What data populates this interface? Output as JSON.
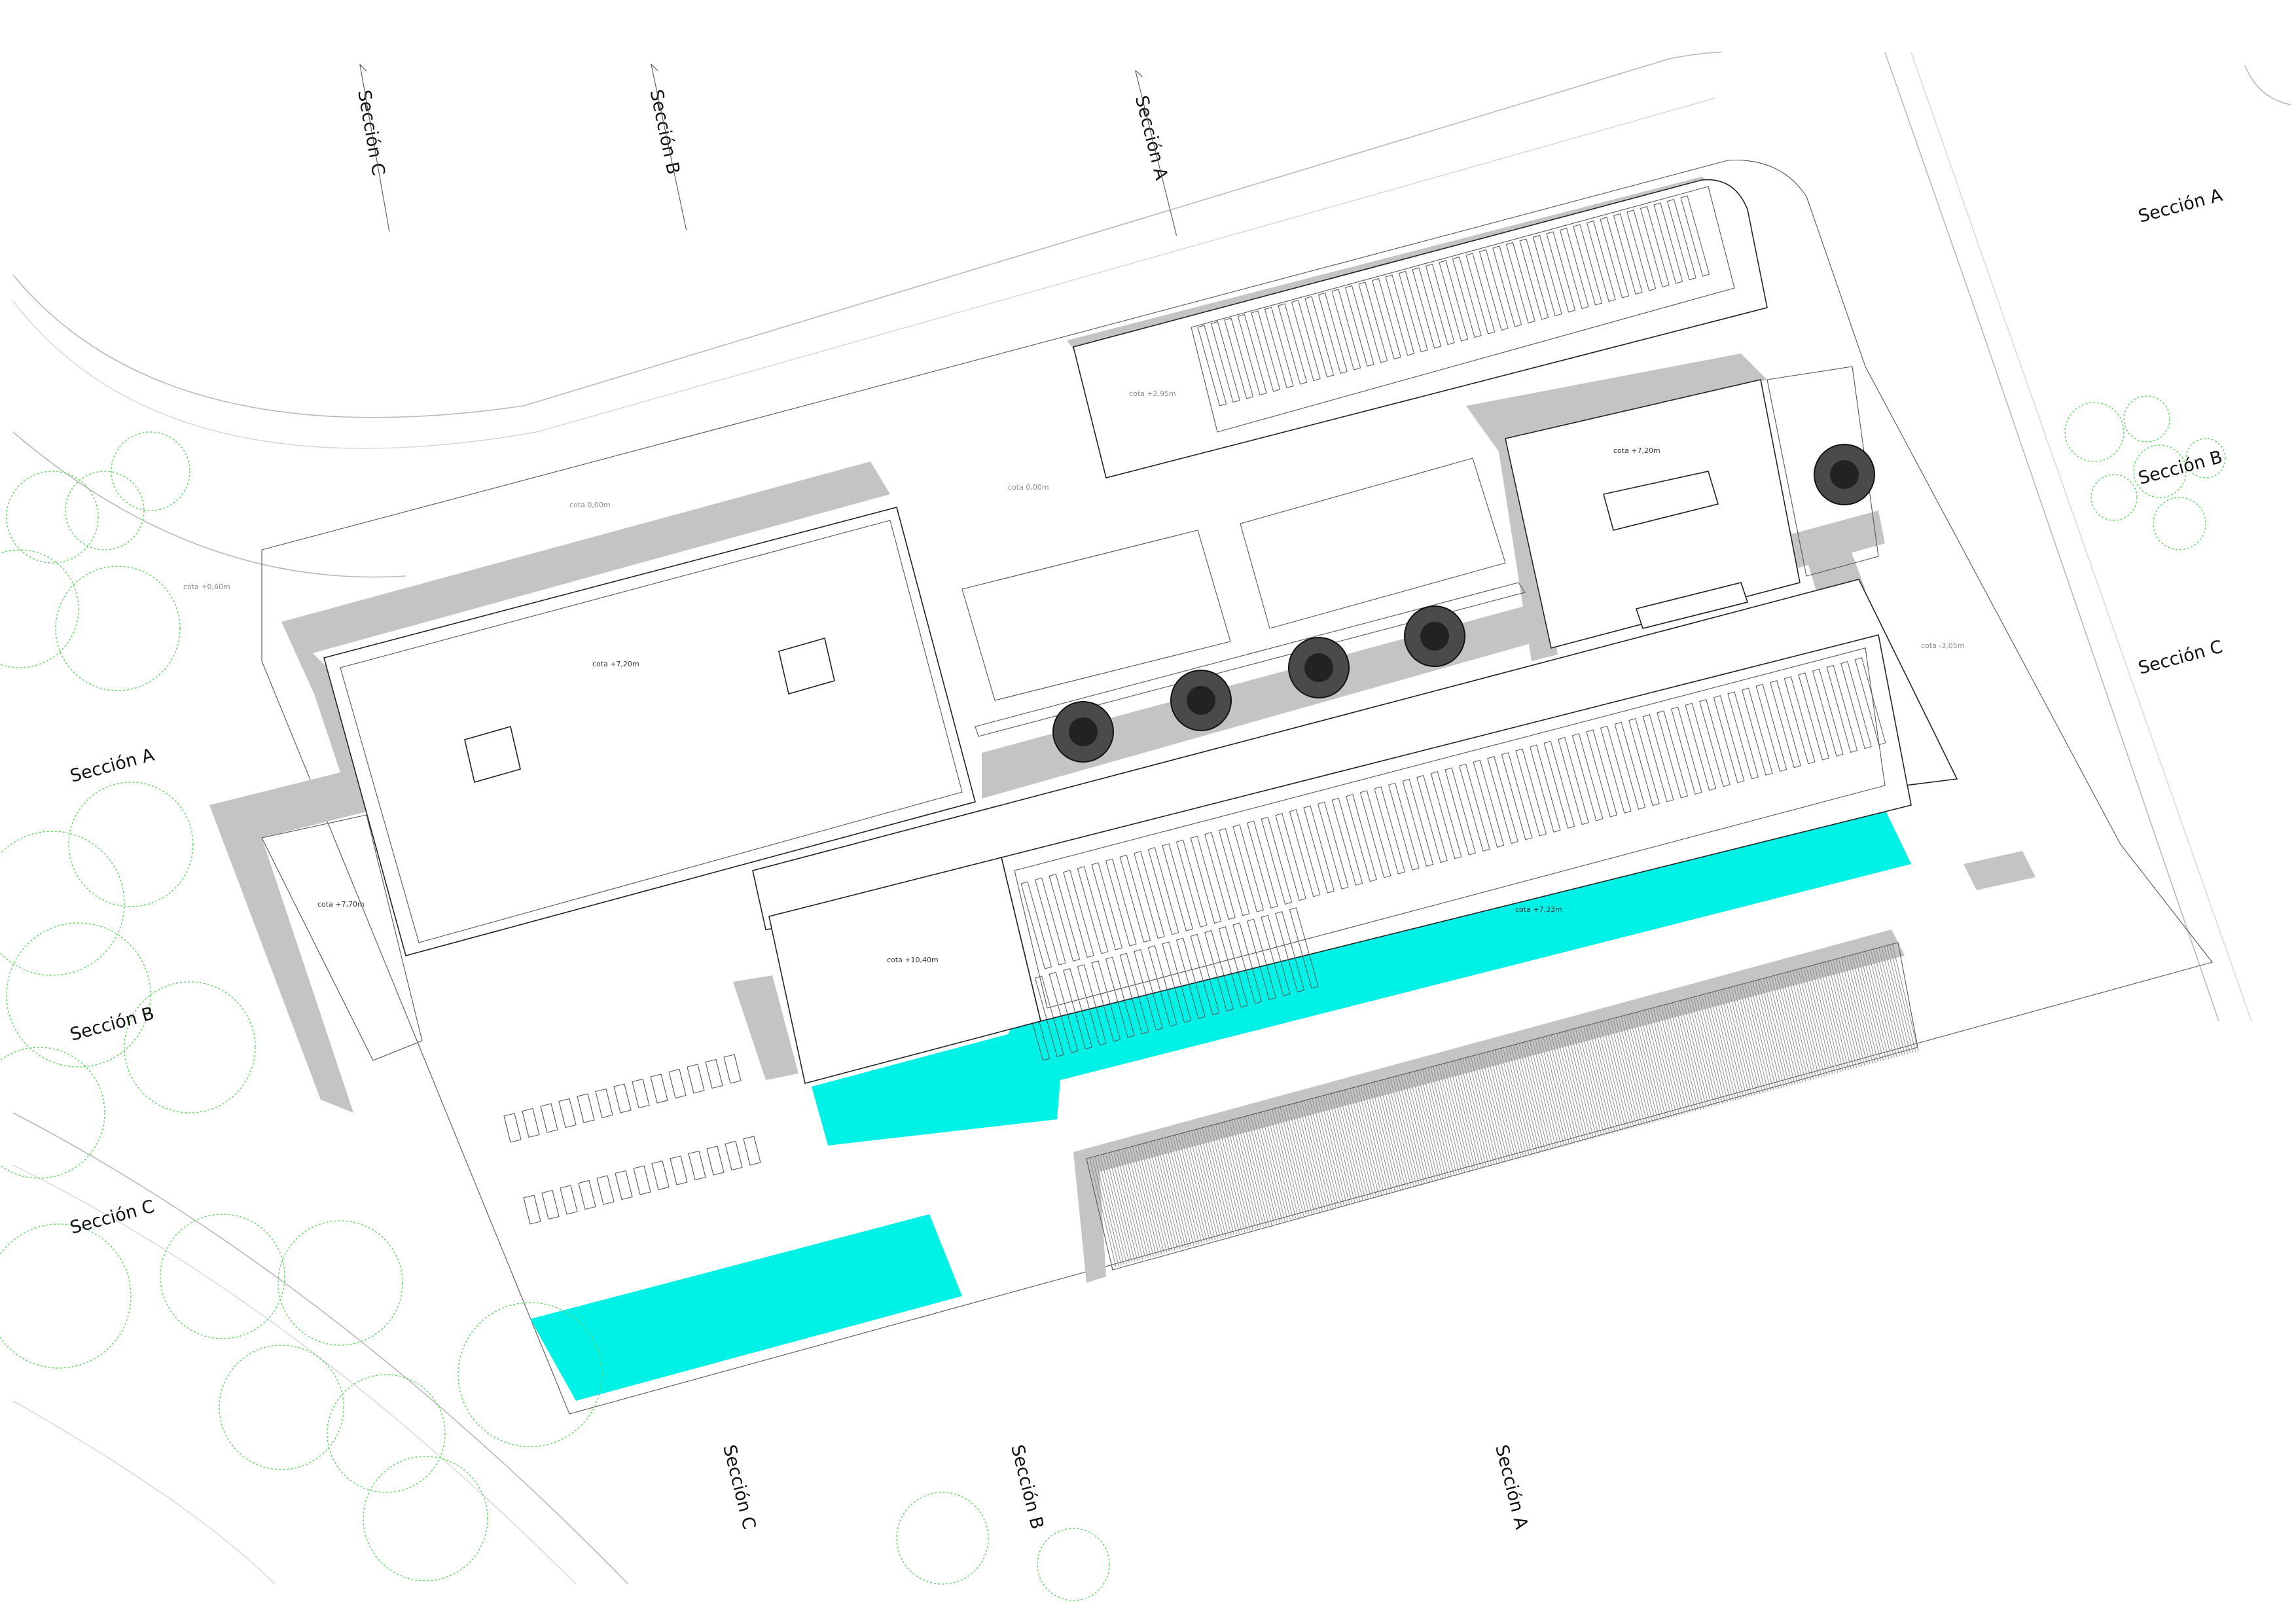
{
  "section_labels": {
    "top_c": "Sección C",
    "top_b": "Sección B",
    "top_a": "Sección A",
    "right_a": "Sección A",
    "right_b": "Sección B",
    "right_c": "Sección C",
    "left_a": "Sección A",
    "left_b": "Sección B",
    "left_c": "Sección C",
    "bottom_c": "Sección C",
    "bottom_b": "Sección B",
    "bottom_a": "Sección A"
  },
  "levels": {
    "roof_main": "cota +7,20m",
    "roof_east": "cota +7,20m",
    "roof_long": "cota +7,33m",
    "tower": "cota +10,40m",
    "west_wing": "cota +7,70m",
    "top_shed": "cota +2,95m",
    "plaza": "cota 0,00m",
    "street_north": "cota 0,00m",
    "street_west": "cota +0,60m",
    "street_east": "cota -3,05m"
  },
  "colors": {
    "pool": "#00f2e6",
    "shadow": "#c4c4c4",
    "vegetation": "#5fd45f",
    "linework": "#222222"
  }
}
